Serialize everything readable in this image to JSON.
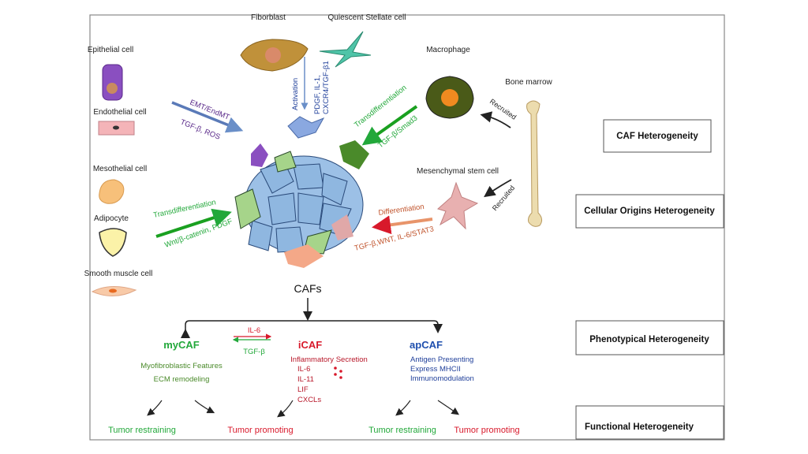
{
  "origins": {
    "fibroblast": "Fiborblast",
    "stellate": "Quiescent Stellate cell",
    "epithelial": "Epithelial cell",
    "endothelial": "Endothelial cell",
    "mesothelial": "Mesothelial cell",
    "adipocyte": "Adipocyte",
    "smooth_muscle": "Smooth muscle cell",
    "macrophage": "Macrophage",
    "bone_marrow": "Bone marrow",
    "msc": "Mesenchymal  stem cell"
  },
  "pathways": {
    "emt": "EMT/EndMT",
    "tgf_ros": "TGF-β,  ROS",
    "activation": "Activation",
    "pdgf_line1": "PDGF, IL-1,",
    "pdgf_line2": "CXCR4/TGF-β1",
    "macro_trans": "Transdifferentiation",
    "macro_smad": "TGF-β/Smad3",
    "recruited_1": "Recruited",
    "recruited_2": "Recruited",
    "differentiation": "Differentiation",
    "msc_signals": "TGF-β,WNT,  IL-6/STAT3",
    "left_trans": "Transdifferentiation",
    "left_wnt": "Wnt/β-catenin,  PDGF"
  },
  "cafs_label": "CAFs",
  "subtypes": {
    "interconversion": {
      "forward": "IL-6",
      "backward": "TGF-β"
    },
    "mycaf": {
      "name": "myCAF",
      "features": [
        "Myofibroblastic  Features",
        "ECM remodeling"
      ]
    },
    "icaf": {
      "name": "iCAF",
      "heading": "Inflammatory  Secretion",
      "factors": [
        "IL-6",
        "IL-11",
        "LIF",
        "CXCLs"
      ]
    },
    "apcaf": {
      "name": "apCAF",
      "features": [
        "Antigen Presenting",
        "Express MHCII",
        "Immunomodulation"
      ]
    }
  },
  "functions": [
    "Tumor restraining",
    "Tumor promoting",
    "Tumor restraining",
    "Tumor promoting"
  ],
  "levels": {
    "caf": "CAF  Heterogeneity",
    "origins": "Cellular Origins Heterogeneity",
    "phenotypical": "Phenotypical Heterogeneity",
    "functional": "Functional Heterogeneity"
  },
  "colors": {
    "green": "#22a83a",
    "red": "#d8192b",
    "blue": "#1f3f9a",
    "purple": "#5a2a8a",
    "orange": "#c0522a",
    "cell_blue": "#8fb7e0"
  }
}
